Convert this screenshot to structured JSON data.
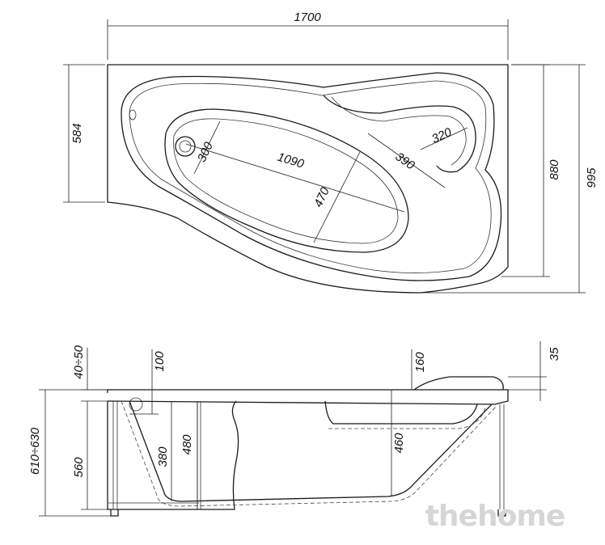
{
  "plan_view": {
    "overall_length": "1700",
    "left_depth": "584",
    "depth_inner": "880",
    "depth_total": "995",
    "drain_diameter": "300",
    "basin_length": "1090",
    "basin_width": "470",
    "right_width": "390",
    "right_length": "320"
  },
  "side_view": {
    "leg_adjust": "40÷50",
    "total_height": "610÷630",
    "side_height": "560",
    "rim_offset": "100",
    "inner_depth": "380",
    "basin_depth": "480",
    "headrest_offset": "160",
    "headrest_depth": "460",
    "rim_thickness": "35"
  },
  "watermark": "thehome",
  "colors": {
    "line": "#1a1a1a",
    "watermark": "#d6d6d6"
  }
}
